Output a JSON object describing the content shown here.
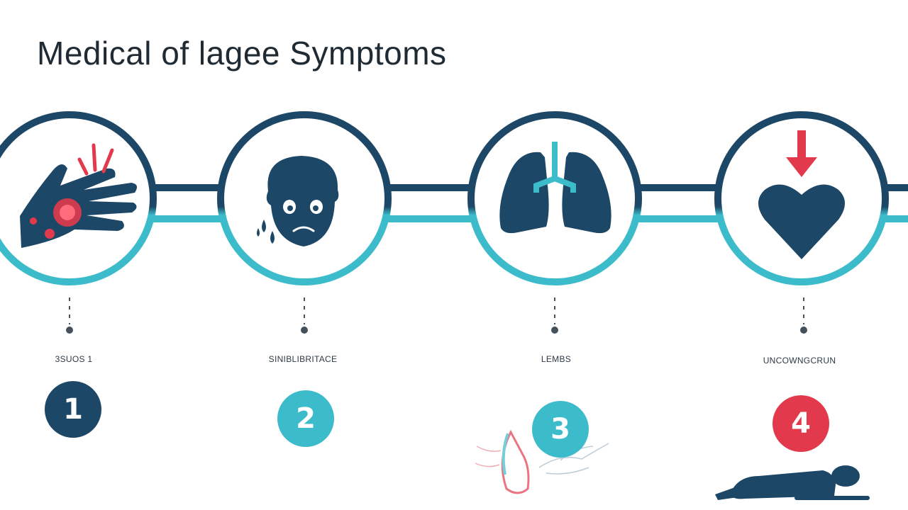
{
  "title": "Medical of lagee Symptoms",
  "colors": {
    "navy": "#1d4766",
    "teal": "#3cbccb",
    "red": "#e23a4c",
    "text": "#1f2a33"
  },
  "steps": [
    {
      "label": "3SUOS 1",
      "number": "1",
      "icon": "hand-pain-icon",
      "badge_color": "#1d4766"
    },
    {
      "label": "SINIBLIBRITACE",
      "number": "2",
      "icon": "sad-face-icon",
      "badge_color": "#3cbccb"
    },
    {
      "label": "LEMBS",
      "number": "3",
      "icon": "lungs-icon",
      "badge_color": "#3cbccb"
    },
    {
      "label": "UNCOWNGCRUN",
      "number": "4",
      "icon": "heart-icon",
      "badge_color": "#e23a4c"
    }
  ]
}
